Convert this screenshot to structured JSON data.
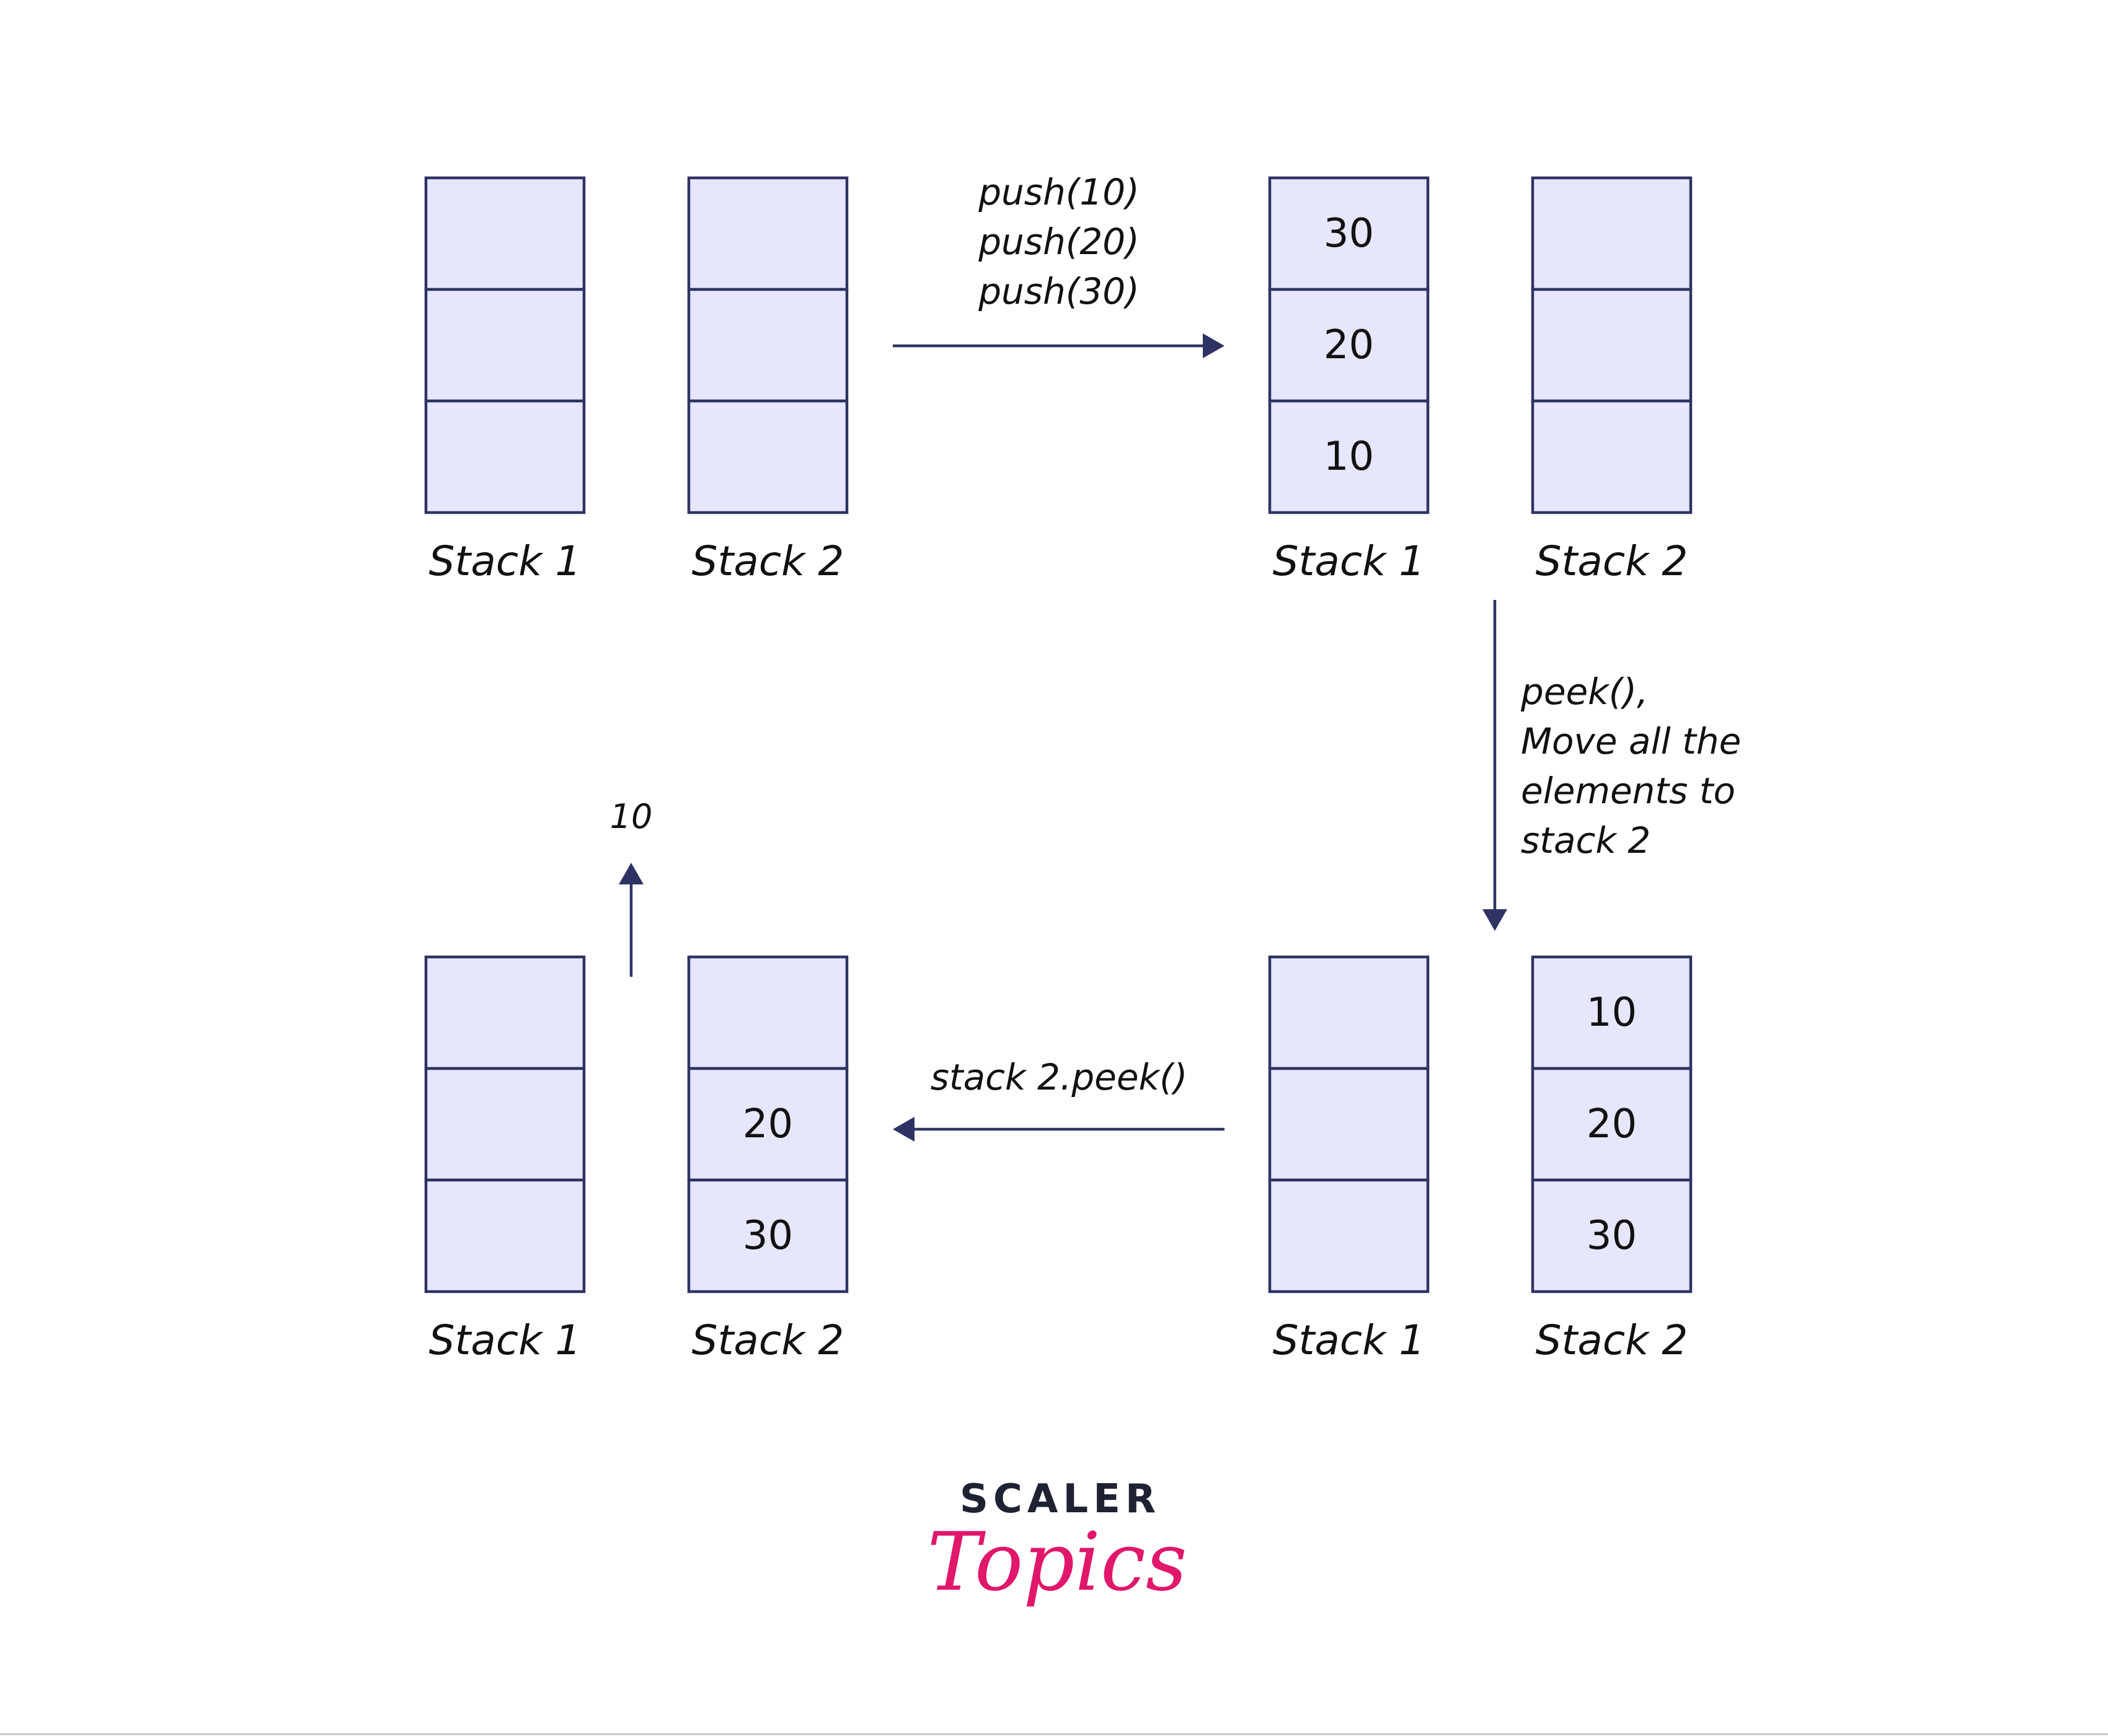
{
  "stack_label_1": "Stack 1",
  "stack_label_2": "Stack 2",
  "operations": {
    "push_lines": [
      "push(10)",
      "push(20)",
      "push(30)"
    ],
    "peek_lines": [
      "peek(),",
      "Move all the",
      "elements to",
      "stack 2"
    ],
    "stack2_peek": "stack 2.peek()",
    "result": "10"
  },
  "states": {
    "top_left": {
      "stack1": [
        "",
        "",
        ""
      ],
      "stack2": [
        "",
        "",
        ""
      ]
    },
    "top_right": {
      "stack1": [
        "30",
        "20",
        "10"
      ],
      "stack2": [
        "",
        "",
        ""
      ]
    },
    "bottom_right": {
      "stack1": [
        "",
        "",
        ""
      ],
      "stack2": [
        "10",
        "20",
        "30"
      ]
    },
    "bottom_left": {
      "stack1": [
        "",
        "",
        ""
      ],
      "stack2": [
        "",
        "20",
        "30"
      ]
    }
  },
  "colors": {
    "cell_fill": "#e6e6fc",
    "stroke": "#2f3363",
    "brand_pink": "#e0176b",
    "brand_dark": "#1e2233"
  },
  "logo": {
    "top": "SCALER",
    "bottom": "Topics"
  }
}
